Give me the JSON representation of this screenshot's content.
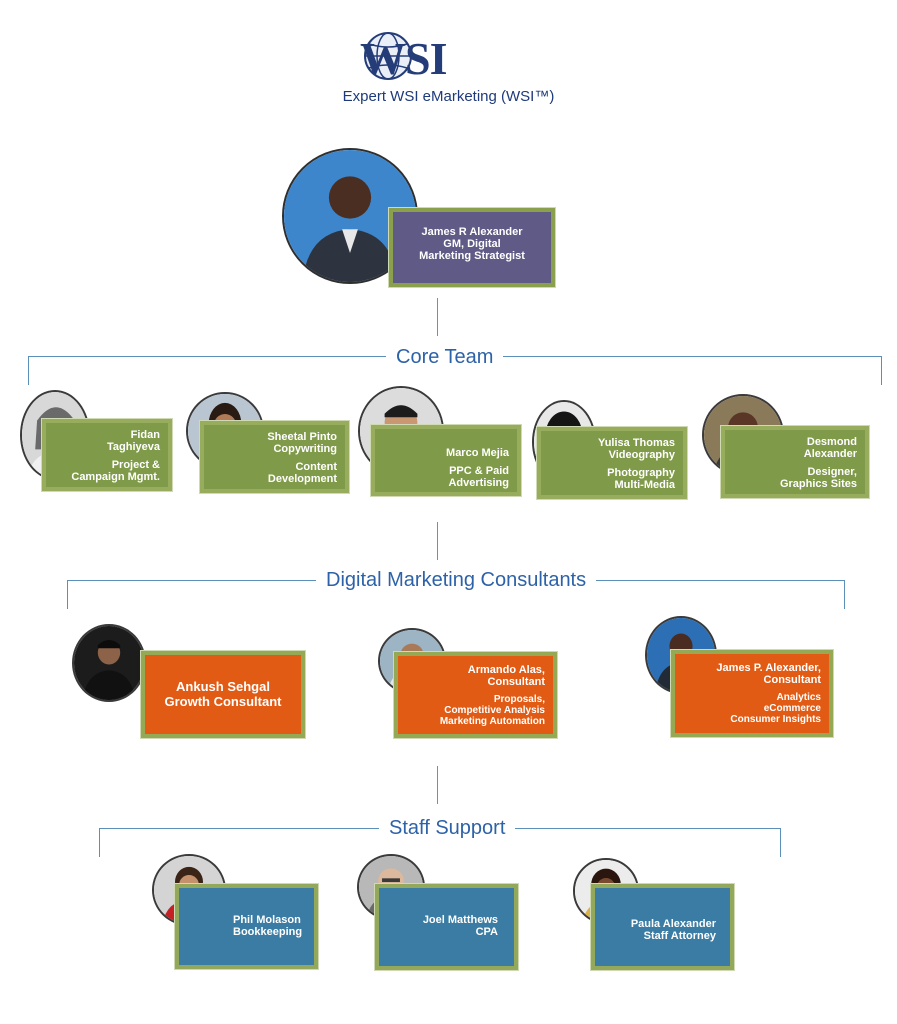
{
  "header": {
    "logo_text": "WSI",
    "company": "Expert WSI eMarketing (WSI™)"
  },
  "top": {
    "name": "James R Alexander",
    "title_line1": "GM, Digital",
    "title_line2": "Marketing Strategist"
  },
  "sections": {
    "core": "Core Team",
    "consultants": "Digital Marketing Consultants",
    "staff": "Staff Support"
  },
  "core_team": [
    {
      "l1": "Fidan",
      "l2": "Taghiyeva",
      "l3": "Project &",
      "l4": "Campaign Mgmt."
    },
    {
      "l1": "Sheetal Pinto",
      "l2": "Copywriting",
      "l3": "Content",
      "l4": "Development"
    },
    {
      "l1": "Marco Mejia",
      "l2": "",
      "l3": "PPC & Paid",
      "l4": "Advertising"
    },
    {
      "l1": "Yulisa Thomas",
      "l2": "Videography",
      "l3": "Photography",
      "l4": "Multi-Media"
    },
    {
      "l1": "Desmond",
      "l2": "Alexander",
      "l3": "Designer,",
      "l4": "Graphics Sites"
    }
  ],
  "consultants": [
    {
      "l1": "Ankush Sehgal",
      "l2": "Growth Consultant"
    },
    {
      "l1": "Armando Alas,",
      "l2": "Consultant",
      "l3": "Proposals,",
      "l4": "Competitive Analysis",
      "l5": "Marketing Automation"
    },
    {
      "l1": "James P. Alexander,",
      "l2": "Consultant",
      "l3": "Analytics",
      "l4": "eCommerce",
      "l5": "Consumer Insights"
    }
  ],
  "staff": [
    {
      "l1": "Phil Molason",
      "l2": "Bookkeeping"
    },
    {
      "l1": "Joel Matthews",
      "l2": "CPA"
    },
    {
      "l1": "Paula Alexander",
      "l2": "Staff Attorney"
    }
  ],
  "colors": {
    "top_card": "#5f5a86",
    "core_card": "#7f9a48",
    "consultant_card": "#e25b14",
    "staff_card": "#3a7ca3",
    "border_green": "#8aa04c",
    "section_title": "#2e62a8"
  }
}
